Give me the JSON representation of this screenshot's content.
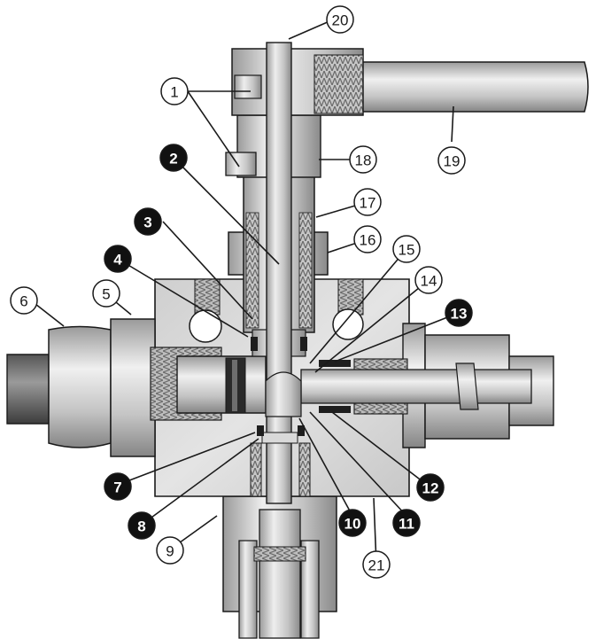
{
  "colors": {
    "steel_light": "#e3e3e3",
    "steel_mid": "#bdbdbd",
    "steel_dark": "#8f8f8f",
    "steel_shadow": "#6a6a6a",
    "outline": "#1a1a1a",
    "black_callout": "#111111",
    "white": "#ffffff"
  },
  "callouts": [
    {
      "id": "1",
      "label": "1",
      "style": "open"
    },
    {
      "id": "2",
      "label": "2",
      "style": "filled"
    },
    {
      "id": "3",
      "label": "3",
      "style": "filled"
    },
    {
      "id": "4",
      "label": "4",
      "style": "filled"
    },
    {
      "id": "5",
      "label": "5",
      "style": "open"
    },
    {
      "id": "6",
      "label": "6",
      "style": "open"
    },
    {
      "id": "7",
      "label": "7",
      "style": "filled"
    },
    {
      "id": "8",
      "label": "8",
      "style": "filled"
    },
    {
      "id": "9",
      "label": "9",
      "style": "open"
    },
    {
      "id": "10",
      "label": "10",
      "style": "filled"
    },
    {
      "id": "11",
      "label": "11",
      "style": "filled"
    },
    {
      "id": "12",
      "label": "12",
      "style": "filled"
    },
    {
      "id": "13",
      "label": "13",
      "style": "filled"
    },
    {
      "id": "14",
      "label": "14",
      "style": "open"
    },
    {
      "id": "15",
      "label": "15",
      "style": "open"
    },
    {
      "id": "16",
      "label": "16",
      "style": "open"
    },
    {
      "id": "17",
      "label": "17",
      "style": "open"
    },
    {
      "id": "18",
      "label": "18",
      "style": "open"
    },
    {
      "id": "19",
      "label": "19",
      "style": "open"
    },
    {
      "id": "20",
      "label": "20",
      "style": "open"
    },
    {
      "id": "21",
      "label": "21",
      "style": "open"
    }
  ]
}
